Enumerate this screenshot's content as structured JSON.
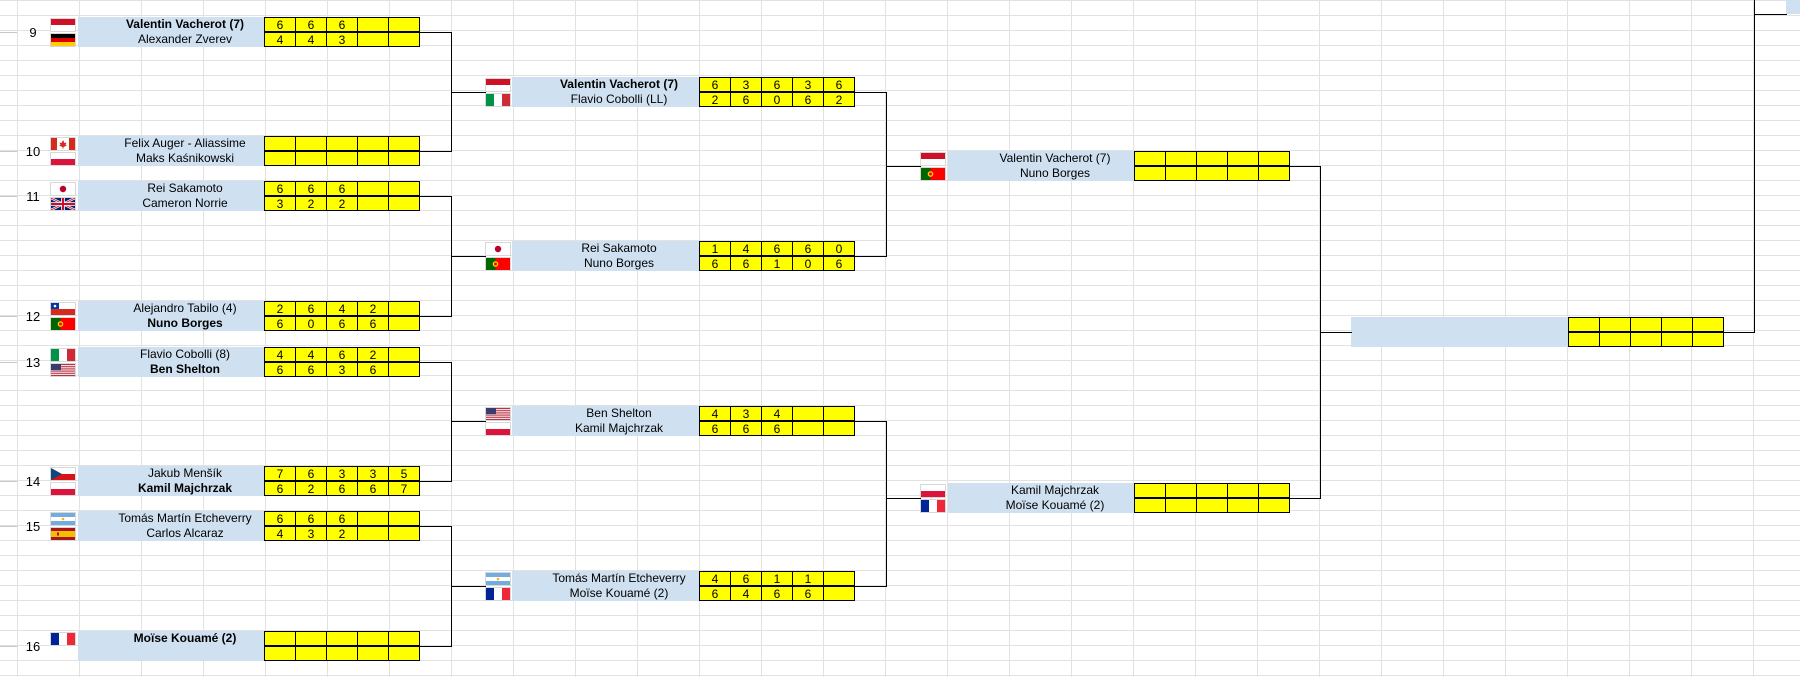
{
  "colors": {
    "name_cell": "#cfe0f1",
    "score_cell": "#ffff00",
    "grid": "#e2e2e2"
  },
  "round_of_16": [
    {
      "seed_label": "9",
      "players": [
        {
          "name": "Valentin Vacherot (7)",
          "flag": "monaco",
          "bold": true,
          "scores": [
            "6",
            "6",
            "6",
            "",
            ""
          ]
        },
        {
          "name": "Alexander Zverev",
          "flag": "germany",
          "bold": false,
          "scores": [
            "4",
            "4",
            "3",
            "",
            ""
          ]
        }
      ]
    },
    {
      "seed_label": "10",
      "players": [
        {
          "name": "Felix Auger - Aliassime",
          "flag": "canada",
          "bold": false,
          "scores": [
            "",
            "",
            "",
            "",
            ""
          ]
        },
        {
          "name": "Maks Kaśnikowski",
          "flag": "poland",
          "bold": false,
          "scores": [
            "",
            "",
            "",
            "",
            ""
          ]
        }
      ]
    },
    {
      "seed_label": "11",
      "players": [
        {
          "name": "Rei Sakamoto",
          "flag": "japan",
          "bold": false,
          "scores": [
            "6",
            "6",
            "6",
            "",
            ""
          ]
        },
        {
          "name": "Cameron Norrie",
          "flag": "uk",
          "bold": false,
          "scores": [
            "3",
            "2",
            "2",
            "",
            ""
          ]
        }
      ]
    },
    {
      "seed_label": "12",
      "players": [
        {
          "name": "Alejandro Tabilo (4)",
          "flag": "chile",
          "bold": false,
          "scores": [
            "2",
            "6",
            "4",
            "2",
            ""
          ]
        },
        {
          "name": "Nuno Borges",
          "flag": "portugal",
          "bold": true,
          "scores": [
            "6",
            "0",
            "6",
            "6",
            ""
          ]
        }
      ]
    },
    {
      "seed_label": "13",
      "players": [
        {
          "name": "Flavio Cobolli (8)",
          "flag": "italy",
          "bold": false,
          "scores": [
            "4",
            "4",
            "6",
            "2",
            ""
          ]
        },
        {
          "name": "Ben Shelton",
          "flag": "usa",
          "bold": true,
          "scores": [
            "6",
            "6",
            "3",
            "6",
            ""
          ]
        }
      ]
    },
    {
      "seed_label": "14",
      "players": [
        {
          "name": "Jakub Menšík",
          "flag": "czech",
          "bold": false,
          "scores": [
            "7",
            "6",
            "3",
            "3",
            "5"
          ]
        },
        {
          "name": "Kamil Majchrzak",
          "flag": "poland",
          "bold": true,
          "scores": [
            "6",
            "2",
            "6",
            "6",
            "7"
          ]
        }
      ]
    },
    {
      "seed_label": "15",
      "players": [
        {
          "name": "Tomás Martín Etcheverry",
          "flag": "argentina",
          "bold": false,
          "scores": [
            "6",
            "6",
            "6",
            "",
            ""
          ]
        },
        {
          "name": "Carlos Alcaraz",
          "flag": "spain",
          "bold": false,
          "scores": [
            "4",
            "3",
            "2",
            "",
            ""
          ]
        }
      ]
    },
    {
      "seed_label": "16",
      "players": [
        {
          "name": "Moïse Kouamé (2)",
          "flag": "france",
          "bold": true,
          "scores": [
            "",
            "",
            "",
            "",
            ""
          ]
        },
        {
          "name": "",
          "flag": "",
          "bold": false,
          "scores": [
            "",
            "",
            "",
            "",
            ""
          ]
        }
      ]
    }
  ],
  "quarterfinals": [
    {
      "players": [
        {
          "name": "Valentin Vacherot (7)",
          "flag": "monaco",
          "bold": true,
          "scores": [
            "6",
            "3",
            "6",
            "3",
            "6"
          ]
        },
        {
          "name": "Flavio Cobolli (LL)",
          "flag": "italy",
          "bold": false,
          "scores": [
            "2",
            "6",
            "0",
            "6",
            "2"
          ]
        }
      ]
    },
    {
      "players": [
        {
          "name": "Rei Sakamoto",
          "flag": "japan",
          "bold": false,
          "scores": [
            "1",
            "4",
            "6",
            "6",
            "0"
          ]
        },
        {
          "name": "Nuno Borges",
          "flag": "portugal",
          "bold": false,
          "scores": [
            "6",
            "6",
            "1",
            "0",
            "6"
          ]
        }
      ]
    },
    {
      "players": [
        {
          "name": "Ben Shelton",
          "flag": "usa",
          "bold": false,
          "scores": [
            "4",
            "3",
            "4",
            "",
            ""
          ]
        },
        {
          "name": "Kamil Majchrzak",
          "flag": "poland",
          "bold": false,
          "scores": [
            "6",
            "6",
            "6",
            "",
            ""
          ]
        }
      ]
    },
    {
      "players": [
        {
          "name": "Tomás Martín Etcheverry",
          "flag": "argentina",
          "bold": false,
          "scores": [
            "4",
            "6",
            "1",
            "1",
            ""
          ]
        },
        {
          "name": "Moïse Kouamé (2)",
          "flag": "france",
          "bold": false,
          "scores": [
            "6",
            "4",
            "6",
            "6",
            ""
          ]
        }
      ]
    }
  ],
  "semifinals": [
    {
      "players": [
        {
          "name": "Valentin Vacherot (7)",
          "flag": "monaco",
          "bold": false,
          "scores": [
            "",
            "",
            "",
            "",
            ""
          ]
        },
        {
          "name": "Nuno Borges",
          "flag": "portugal",
          "bold": false,
          "scores": [
            "",
            "",
            "",
            "",
            ""
          ]
        }
      ]
    },
    {
      "players": [
        {
          "name": "Kamil Majchrzak",
          "flag": "poland",
          "bold": false,
          "scores": [
            "",
            "",
            "",
            "",
            ""
          ]
        },
        {
          "name": "Moïse Kouamé (2)",
          "flag": "france",
          "bold": false,
          "scores": [
            "",
            "",
            "",
            "",
            ""
          ]
        }
      ]
    }
  ],
  "final": [
    {
      "players": [
        {
          "name": "",
          "flag": "",
          "bold": false,
          "scores": [
            "",
            "",
            "",
            "",
            ""
          ]
        },
        {
          "name": "",
          "flag": "",
          "bold": false,
          "scores": [
            "",
            "",
            "",
            "",
            ""
          ]
        }
      ]
    }
  ]
}
